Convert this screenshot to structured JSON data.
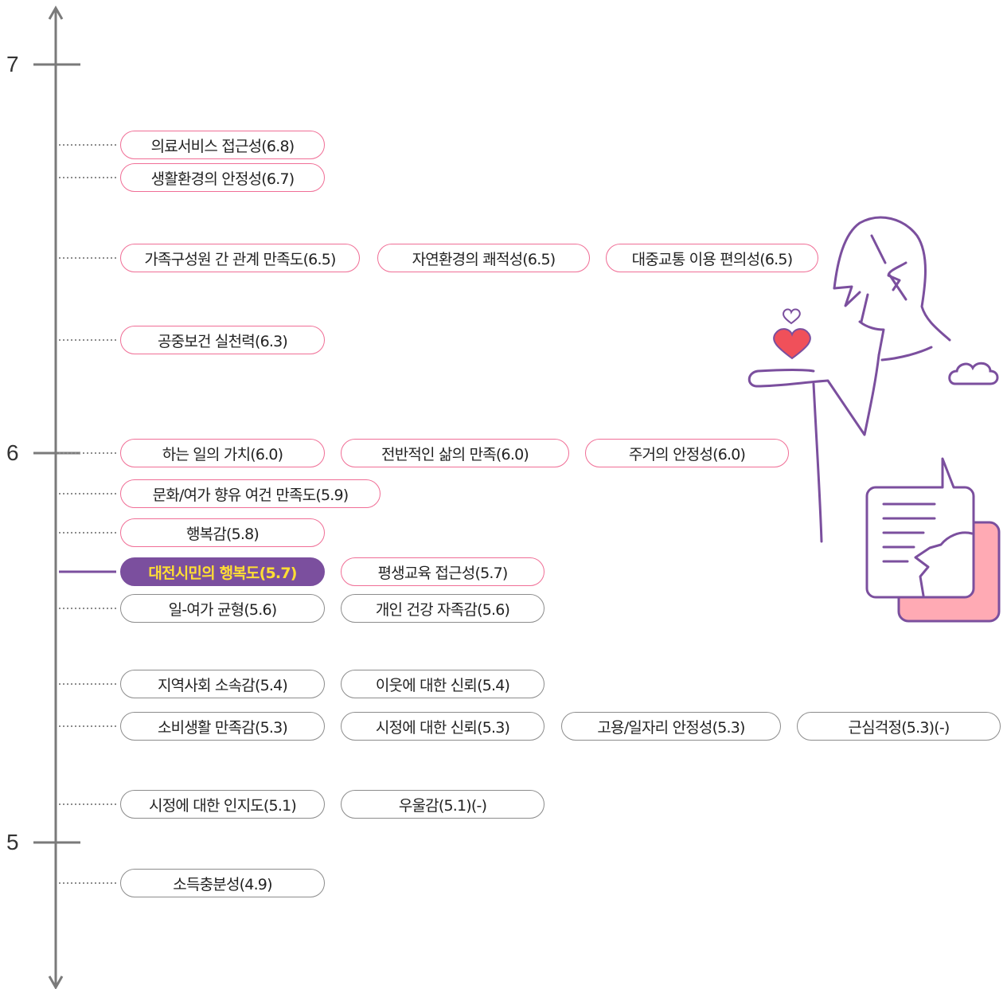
{
  "axis": {
    "ticks": [
      {
        "label": "7",
        "value": 7
      },
      {
        "label": "6",
        "value": 6
      },
      {
        "label": "5",
        "value": 5
      }
    ]
  },
  "items": [
    {
      "label": "의료서비스 접근성(6.8)",
      "value": 6.8,
      "style": "pink"
    },
    {
      "label": "생활환경의 안정성(6.7)",
      "value": 6.7,
      "style": "pink"
    },
    {
      "label": "가족구성원 간 관계 만족도(6.5)",
      "value": 6.5,
      "style": "pink"
    },
    {
      "label": "자연환경의 쾌적성(6.5)",
      "value": 6.5,
      "style": "pink"
    },
    {
      "label": "대중교통 이용 편의성(6.5)",
      "value": 6.5,
      "style": "pink"
    },
    {
      "label": "공중보건 실천력(6.3)",
      "value": 6.3,
      "style": "pink"
    },
    {
      "label": "하는 일의 가치(6.0)",
      "value": 6.0,
      "style": "pink"
    },
    {
      "label": "전반적인 삶의 만족(6.0)",
      "value": 6.0,
      "style": "pink"
    },
    {
      "label": "주거의 안정성(6.0)",
      "value": 6.0,
      "style": "pink"
    },
    {
      "label": "문화/여가 향유 여건 만족도(5.9)",
      "value": 5.9,
      "style": "pink"
    },
    {
      "label": "행복감(5.8)",
      "value": 5.8,
      "style": "pink"
    },
    {
      "label": "대전시민의 행복도(5.7)",
      "value": 5.7,
      "style": "highlight"
    },
    {
      "label": "평생교육 접근성(5.7)",
      "value": 5.7,
      "style": "pink"
    },
    {
      "label": "일-여가 균형(5.6)",
      "value": 5.6,
      "style": "gray"
    },
    {
      "label": "개인 건강 자족감(5.6)",
      "value": 5.6,
      "style": "gray"
    },
    {
      "label": "지역사회 소속감(5.4)",
      "value": 5.4,
      "style": "gray"
    },
    {
      "label": "이웃에 대한 신뢰(5.4)",
      "value": 5.4,
      "style": "gray"
    },
    {
      "label": "소비생활 만족감(5.3)",
      "value": 5.3,
      "style": "gray"
    },
    {
      "label": "시정에 대한 신뢰(5.3)",
      "value": 5.3,
      "style": "gray"
    },
    {
      "label": "고용/일자리 안정성(5.3)",
      "value": 5.3,
      "style": "gray"
    },
    {
      "label": "근심걱정(5.3)(-)",
      "value": 5.3,
      "style": "gray"
    },
    {
      "label": "시정에 대한 인지도(5.1)",
      "value": 5.1,
      "style": "gray"
    },
    {
      "label": "우울감(5.1)(-)",
      "value": 5.1,
      "style": "gray"
    },
    {
      "label": "소득충분성(4.9)",
      "value": 4.9,
      "style": "gray"
    }
  ],
  "colors": {
    "axis": "#7a7a7a",
    "pink_border": "#f06e96",
    "gray_border": "#8c8c8c",
    "highlight_bg": "#7b4f9e",
    "highlight_text": "#ffde33",
    "illustration": "#7b4f9e",
    "heart": "#f0505a",
    "bubble_back": "#ffaab4"
  },
  "illustration": {
    "icons": [
      "person-icon",
      "heart-icon",
      "cloud-icon",
      "speech-bubble-icon"
    ]
  }
}
